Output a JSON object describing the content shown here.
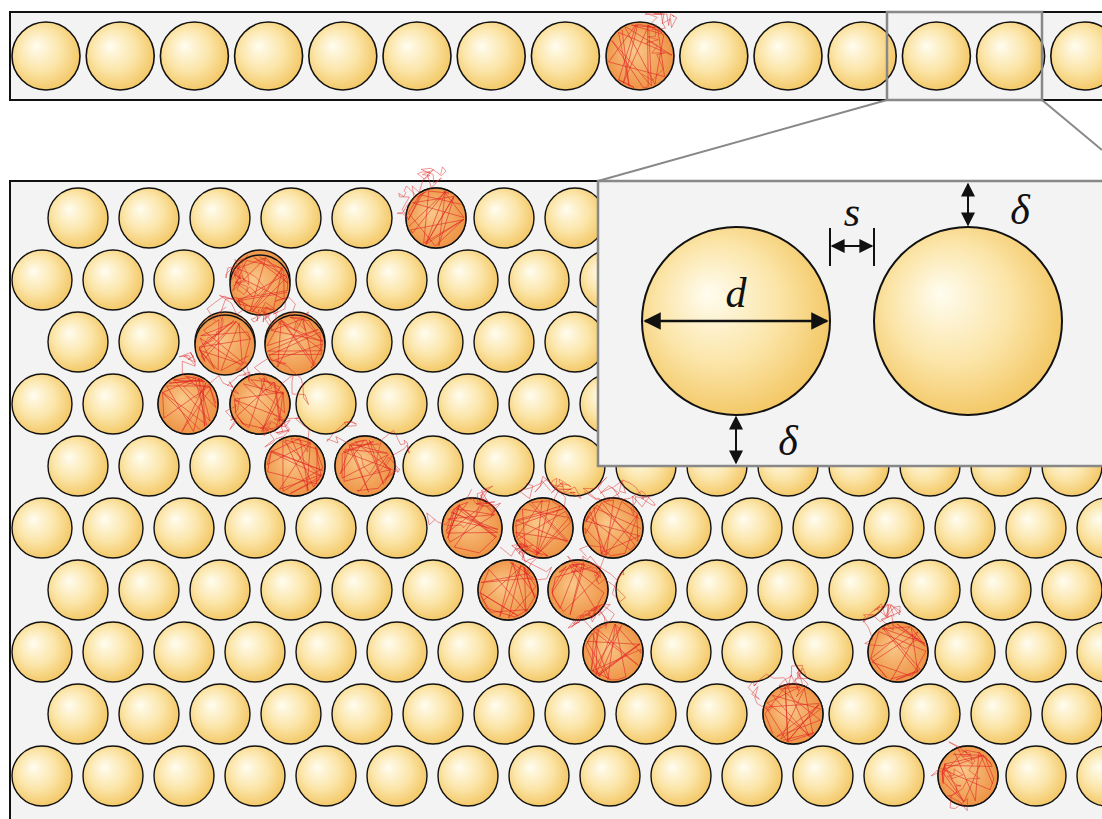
{
  "diagram": {
    "labels": [
      "d",
      "s",
      "δ",
      "δ"
    ]
  }
}
